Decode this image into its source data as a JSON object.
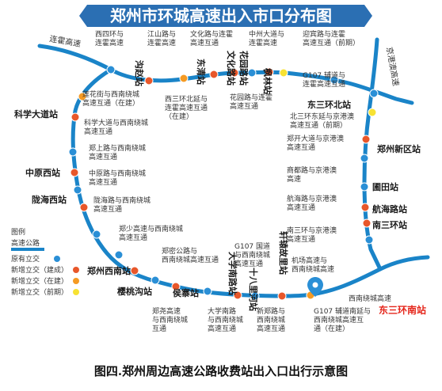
{
  "title": "郑州市环城高速出入市口分布图",
  "caption": "图四.郑州周边高速公路收费站出入口出行示意图",
  "colors": {
    "ring": "#1a84c8",
    "existing": "#2a8fd6",
    "added_built": "#e8572a",
    "added_building": "#f59a23",
    "added_planned": "#f7e233",
    "highlight": "#e5261b"
  },
  "roads": {
    "lianhuo": "连霍高速",
    "jinggang_ao": "京港澳高速",
    "xinanrao": "西南绕城高速"
  },
  "legend": {
    "title": "图例",
    "items": [
      "高速公路",
      "原有立交",
      "新增立交（建成）",
      "新增立交（在建）",
      "新增立交（前期）"
    ]
  },
  "stations": {
    "gouzhao": "沟赵站",
    "dongqing": "东清站",
    "wenhua": "文化路站",
    "huayuan": "花园路站",
    "fenglin": "枫林站",
    "dongsanhuanbei": "东三环北站",
    "kexue": "科学大道站",
    "zhengzhouxinqu": "郑州新区站",
    "zhongyuanxi": "中原西站",
    "putian": "圃田站",
    "longhaixi": "陇海西站",
    "longhainan": "航海路站",
    "nansanhuan": "南三环站",
    "xuanyuan": "轩辕故里站",
    "zhengzhouxinan": "郑州西南站",
    "yingtaogou": "樱桃沟站",
    "housi": "侯寨站",
    "daxuenanlu": "大学南路站",
    "shibahe": "十八里河站",
    "dongsanhuannan": "东三环南站"
  },
  "interchanges": {
    "i1": [
      "西四环与",
      "连霍高速"
    ],
    "i2": [
      "江山路与",
      "连霍高速"
    ],
    "i3": [
      "文化路与连霍",
      "高速互通"
    ],
    "i4": [
      "中州大道与",
      "连霍高速"
    ],
    "i5": [
      "迎宾路与连霍",
      "高速互通（前期）"
    ],
    "i6": [
      "G107 辅道与",
      "连霍高速互通"
    ],
    "i7": [
      "北三环东延与京港澳",
      "高速互通（前期）"
    ],
    "i8": [
      "花园路与连霍",
      "高速互通"
    ],
    "i9": [
      "西三环北延与",
      "连霍高速互通",
      "（在建）"
    ],
    "i10": [
      "莲花街与西南绕城",
      "高速互通（在建）"
    ],
    "i11": [
      "科学大道与西南绕城",
      "高速互通"
    ],
    "i12": [
      "郑上路与西南绕城",
      "高速互通"
    ],
    "i13": [
      "中原路与西南绕城",
      "高速互通"
    ],
    "i14": [
      "陇海路与西南绕城",
      "高速互通"
    ],
    "i15": [
      "郑少高速与西南绕城",
      "高速互通"
    ],
    "i16": [
      "郑密公路与",
      "西南绕城高速互通"
    ],
    "i17": [
      "郑开大道与京港澳",
      "高速互通"
    ],
    "i18": [
      "商都路与京港澳",
      "高速"
    ],
    "i19": [
      "航海路与京港澳",
      "高速互通"
    ],
    "i20": [
      "南三环与京港澳",
      "高速互通"
    ],
    "i21": [
      "G107 国道",
      "与西南绕城",
      "高速互通"
    ],
    "i22": [
      "机场高速与",
      "西南绕城高速"
    ],
    "i23": [
      "郑尧高速",
      "与西南绕城",
      "互通"
    ],
    "i24": [
      "大学南路",
      "与西南绕城",
      "高速互通"
    ],
    "i25": [
      "新郑路与",
      "西南绕城",
      "高速互通"
    ],
    "i26": [
      "G107 辅道南延与",
      "西南绕城高速互",
      "通（在建）"
    ]
  }
}
